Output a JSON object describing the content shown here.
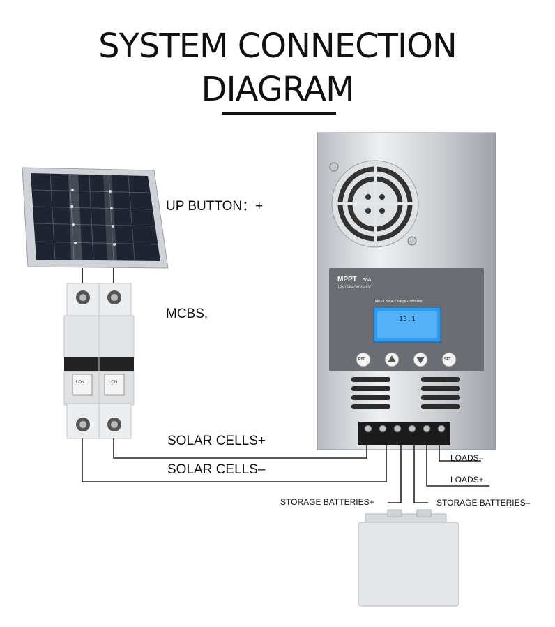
{
  "title": {
    "line1": "SYSTEM CONNECTION",
    "line2": "DIAGRAM"
  },
  "labels": {
    "up_button": "UP BUTTON：+",
    "mcbs": "MCBS,",
    "solar_plus": "SOLAR CELLS+",
    "solar_minus": "SOLAR CELLS–",
    "loads_minus": "LOADS–",
    "loads_plus": "LOADS+",
    "storage_plus": "STORAGE BATTERIES+",
    "storage_minus": "STORAGE BATTERIES–"
  },
  "controller": {
    "model": "MPPT",
    "rating": "60A",
    "voltages": "12V/24V/36V/48V",
    "subtitle": "MPPT  Solar Charge Controller",
    "lcd_reading": "13.1",
    "buttons": [
      "ESC",
      "UP",
      "DOWN",
      "SET"
    ],
    "accent_lcd": "#2f9bf0",
    "panel_color": "#6a6e73"
  },
  "breaker": {
    "switch_left": "LON",
    "switch_right": "LON"
  }
}
